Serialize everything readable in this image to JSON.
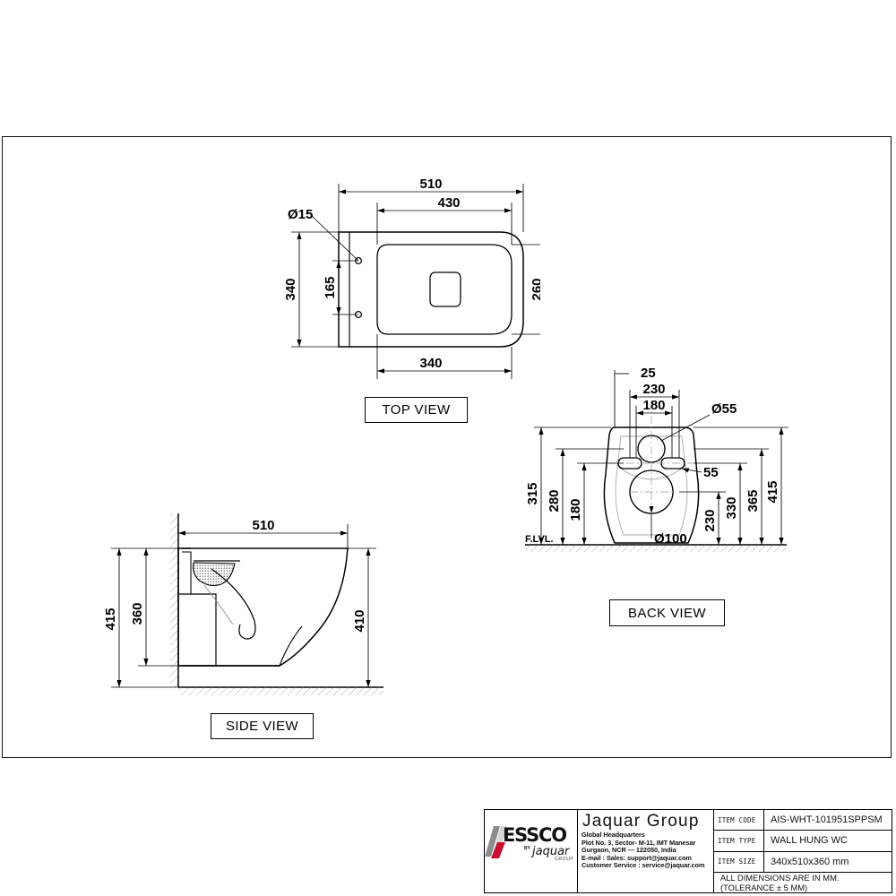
{
  "drawing": {
    "units_note": "ALL DIMENSIONS ARE IN MM. (TOLERANCE ± 5 MM)",
    "floor_level_label": "F.LVL."
  },
  "views": {
    "top": {
      "label": "TOP VIEW",
      "dims": {
        "overall_length": "510",
        "inner_length": "430",
        "overall_width": "340",
        "inner_width": "260",
        "bottom_width": "340",
        "hole_spacing": "165",
        "hole_dia": "Ø15"
      }
    },
    "side": {
      "label": "SIDE VIEW",
      "dims": {
        "projection": "510",
        "overall_height": "415",
        "body_height": "360",
        "right_height": "410"
      }
    },
    "back": {
      "label": "BACK VIEW",
      "dims": {
        "top_offset": "25",
        "slot_spacing": "230",
        "bolt_spacing": "180",
        "flush_hole_dia": "Ø55",
        "slot_len": "55",
        "outlet_dia": "Ø100",
        "h_315": "315",
        "h_280": "280",
        "h_180": "180",
        "h_230": "230",
        "h_330": "330",
        "h_365": "365",
        "h_415": "415"
      }
    }
  },
  "title_block": {
    "logo": {
      "brand": "ESSCO",
      "by": "BY",
      "parent": "jaquar",
      "parent_sub": "GROUP"
    },
    "company": "Jaquar  Group",
    "address": [
      "Global  Headquarters",
      "Plot No. 3, Sector-  M-11, IMT Manesar",
      "Gurgaon,  NCR  —  122050,  India",
      "E-mail :  Sales:  support@jaquar.com",
      "Customer  Service :   service@jaquar.com"
    ],
    "rows": [
      {
        "key": "ITEM CODE",
        "value": "AIS-WHT-101951SPPSM"
      },
      {
        "key": "ITEM TYPE",
        "value": "WALL HUNG WC"
      },
      {
        "key": "ITEM SIZE",
        "value": "340x510x360  mm"
      }
    ],
    "note": "ALL DIMENSIONS ARE IN MM. (TOLERANCE ± 5 MM)"
  }
}
